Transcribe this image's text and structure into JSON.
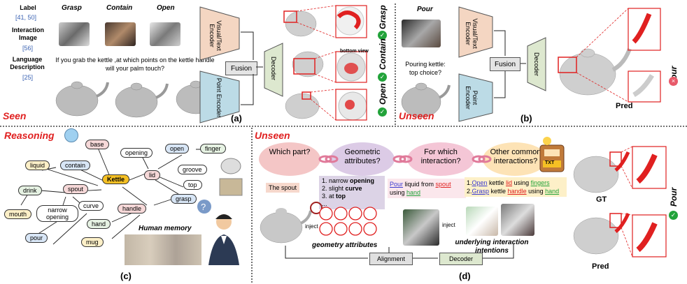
{
  "panel_a": {
    "row_labels": {
      "label": "Label",
      "label_refs": "[41, 50]",
      "image": "Interaction Image",
      "image_ref": "[56]",
      "lang": "Language Description",
      "lang_ref": "[25]"
    },
    "affordances": [
      "Grasp",
      "Contain",
      "Open"
    ],
    "question": "If you grab the kettle ,at which points on the kettle handle will your palm touch?",
    "vt_encoder": "Visual/Text Encoder",
    "pt_encoder": "Point Encoder",
    "fusion": "Fusion",
    "decoder": "Decoder",
    "bottom_view": "bottom view",
    "side_labels": [
      "Grasp",
      "Contain",
      "Open"
    ],
    "seen": "Seen",
    "caption": "(a)"
  },
  "panel_b": {
    "affordance": "Pour",
    "question": "Pouring kettle: top choice?",
    "vt_encoder": "Visual/Text Encoder",
    "pt_encoder": "Point Encoder",
    "fusion": "Fusion",
    "decoder": "Decoder",
    "pred": "Pred",
    "pour": "Pour",
    "unseen": "Unseen",
    "caption": "(b)"
  },
  "panel_c": {
    "title": "Reasoning",
    "nodes": {
      "kettle": "Kettle",
      "base": "base",
      "contain": "contain",
      "liquid": "liquid",
      "spout": "spout",
      "drink": "drink",
      "mouth": "mouth",
      "narrow": "narrow opening",
      "curve": "curve",
      "pour": "pour",
      "handle": "handle",
      "hand": "hand",
      "mug": "mug",
      "grasp": "grasp",
      "lid": "lid",
      "opening": "opening",
      "open": "open",
      "finger": "finger",
      "groove": "groove",
      "top": "top"
    },
    "human_memory": "Human memory",
    "caption": "(c)"
  },
  "panel_d": {
    "title": "Unseen",
    "clouds": [
      "Which part?",
      "Geometric attributes?",
      "For which interaction?",
      "Other common interactions?"
    ],
    "txt": "TXT",
    "spout": "The spout",
    "attrs": [
      "1. narrow ",
      "opening",
      "2. slight ",
      "curve",
      "3. at ",
      "top",
      "..."
    ],
    "pour_text": [
      "Pour",
      " liquid from ",
      "spout",
      " using ",
      "hand"
    ],
    "other_text": [
      "1.",
      "Open",
      " kettle ",
      "lid",
      " using ",
      "fingers",
      "2.",
      "Grasp",
      " kettle ",
      "handle",
      " using ",
      "hand"
    ],
    "inject": "inject",
    "inject2": "inject",
    "geom": "geometry attributes",
    "underlying": "underlying interaction intentions",
    "alignment": "Alignment",
    "decoder": "Decoder",
    "gt": "GT",
    "pred": "Pred",
    "pour": "Pour",
    "caption": "(d)"
  },
  "colors": {
    "red": "#e02020",
    "vt_encoder": "#f4d6c2",
    "pt_encoder": "#bcdbe6",
    "decoder": "#dde8cf",
    "green": "#22a33a"
  }
}
